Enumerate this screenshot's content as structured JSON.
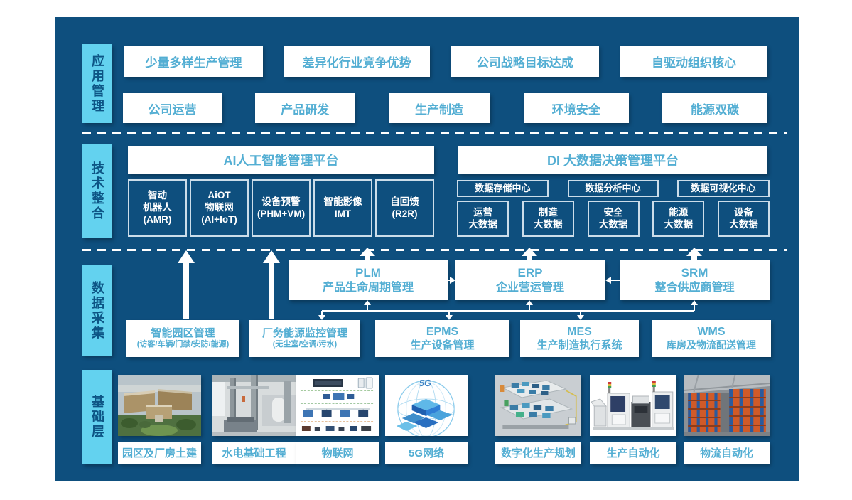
{
  "colors": {
    "panel_bg": "#0e4f7e",
    "layer_label_bg": "#63d2ef",
    "layer_label_text": "#0d5585",
    "box_text_cyan": "#53aed3",
    "outline_box_border": "#ccdde9",
    "arrow_white": "#ffffff"
  },
  "layers": {
    "app": {
      "label": "应用管理",
      "row1": [
        "少量多样生产管理",
        "差异化行业竞争优势",
        "公司战略目标达成",
        "自驱动组织核心"
      ],
      "row2": [
        "公司运营",
        "产品研发",
        "生产制造",
        "环境安全",
        "能源双碳"
      ]
    },
    "tech": {
      "label": "技术整合",
      "ai": {
        "title": "AI人工智能管理平台",
        "items": [
          {
            "l1": "智动",
            "l2": "机器人",
            "l3": "(AMR)"
          },
          {
            "l1": "AiOT",
            "l2": "物联网",
            "l3": "(AI+IoT)"
          },
          {
            "l1": "设备预警",
            "l2": "(PHM+VM)"
          },
          {
            "l1": "智能影像",
            "l2": "IMT"
          },
          {
            "l1": "自回馈",
            "l2": "(R2R)"
          }
        ]
      },
      "di": {
        "title": "DI 大数据决策管理平台",
        "centers": [
          "数据存储中心",
          "数据分析中心",
          "数据可视化中心"
        ],
        "bigdata": [
          {
            "l1": "运营",
            "l2": "大数据"
          },
          {
            "l1": "制造",
            "l2": "大数据"
          },
          {
            "l1": "安全",
            "l2": "大数据"
          },
          {
            "l1": "能源",
            "l2": "大数据"
          },
          {
            "l1": "设备",
            "l2": "大数据"
          }
        ]
      }
    },
    "data": {
      "label": "数据采集",
      "systems": [
        {
          "code": "PLM",
          "name": "产品生命周期管理"
        },
        {
          "code": "ERP",
          "name": "企业营运管理"
        },
        {
          "code": "SRM",
          "name": "整合供应商管理"
        }
      ],
      "collectors": [
        {
          "name": "智能园区管理",
          "sub": "(访客/车辆/门禁/安防/能源)"
        },
        {
          "name": "厂务能源监控管理",
          "sub": "(无尘室/空调/污水)"
        },
        {
          "code": "EPMS",
          "name": "生产设备管理"
        },
        {
          "code": "MES",
          "name": "生产制造执行系统"
        },
        {
          "code": "WMS",
          "name": "库房及物流配送管理"
        }
      ]
    },
    "base": {
      "label": "基础层",
      "tiles": [
        {
          "caption": "园区及厂房土建",
          "image": "campus-aerial-photo"
        },
        {
          "caption": "水电基础工程",
          "image": "utility-pipes-photo"
        },
        {
          "caption": "物联网",
          "image": "iot-topology-diagram"
        },
        {
          "caption": "5G网络",
          "image": "5g-dome-render"
        },
        {
          "caption": "数字化生产规划",
          "image": "digital-factory-layout-render"
        },
        {
          "caption": "生产自动化",
          "image": "automation-machines-photo"
        },
        {
          "caption": "物流自动化",
          "image": "warehouse-racks-photo"
        }
      ]
    }
  }
}
